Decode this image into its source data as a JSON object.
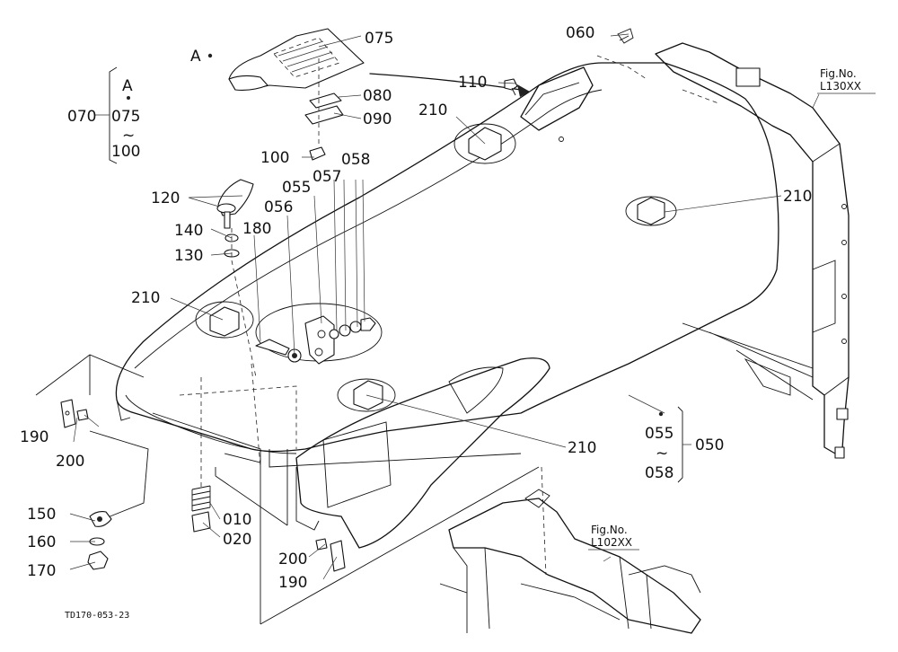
{
  "diagram_code": "TD170-053-23",
  "fig_refs": [
    {
      "line1": "Fig.No.",
      "line2": "L130XX"
    },
    {
      "line1": "Fig.No.",
      "line2": "L102XX"
    }
  ],
  "view_marker": "A",
  "group_070": {
    "main": "070",
    "top": "A",
    "mid": "075",
    "tilde": "~",
    "bottom": "100"
  },
  "group_050": {
    "main": "050",
    "top": "055",
    "tilde": "~",
    "bottom": "058"
  },
  "part_labels": {
    "p075": "075",
    "p080": "080",
    "p090": "090",
    "p100": "100",
    "p060": "060",
    "p110": "110",
    "p120": "120",
    "p140": "140",
    "p130": "130",
    "p180": "180",
    "p056": "056",
    "p055": "055",
    "p057": "057",
    "p058": "058",
    "p210": "210",
    "p190": "190",
    "p200": "200",
    "p150": "150",
    "p160": "160",
    "p170": "170",
    "p010": "010",
    "p020": "020"
  }
}
